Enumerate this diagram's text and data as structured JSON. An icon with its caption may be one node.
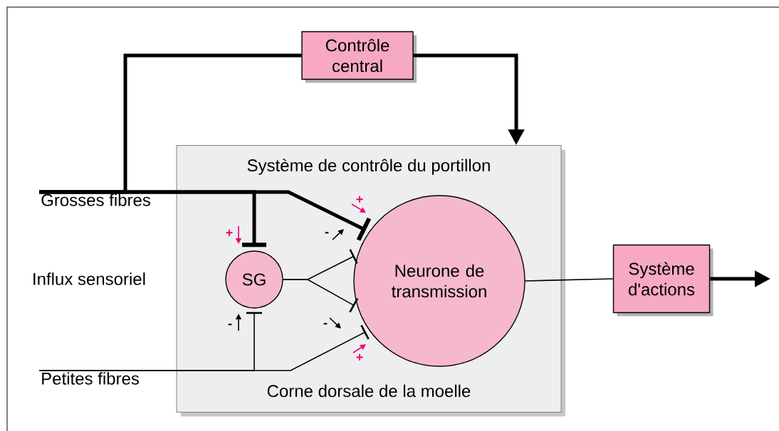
{
  "diagram": {
    "nodes": [
      {
        "text": [
          "Contrôle central"
        ]
      },
      {
        "text": [
          "Système de contrôle du portillon",
          "Corne dorsale de la moelle"
        ]
      },
      {
        "text": [
          "SG"
        ],
        "in": 1
      },
      {
        "text": [
          "Neurone de transmission"
        ],
        "in": 1
      },
      {
        "text": [
          "Système d'actions"
        ]
      },
      {
        "text": [
          "Grosses fibres"
        ]
      },
      {
        "text": [
          "Petites fibres"
        ]
      }
    ],
    "edges": [
      {
        "from": 5,
        "to": 0,
        "arrow": "none",
        "style": "thick"
      },
      {
        "from": 0,
        "to": 1,
        "arrow": "to",
        "style": "thick"
      },
      {
        "from": 5,
        "to": 2,
        "arrow": "other",
        "style": "thick"
      },
      {
        "from": 5,
        "to": 3,
        "arrow": "other",
        "style": "thick"
      },
      {
        "from": 2,
        "to": 3,
        "arrow": "other"
      },
      {
        "from": 2,
        "to": 3,
        "arrow": "other"
      },
      {
        "from": 6,
        "to": 2,
        "arrow": "other"
      },
      {
        "from": 6,
        "to": 3,
        "arrow": "other"
      },
      {
        "from": 3,
        "to": 4,
        "arrow": "none"
      },
      {
        "from": 4,
        "to": null,
        "arrow": "to",
        "style": "thick"
      }
    ],
    "labels": [
      "+",
      "+",
      "-",
      "Influx sensoriel",
      "-",
      "-",
      "+"
    ]
  }
}
